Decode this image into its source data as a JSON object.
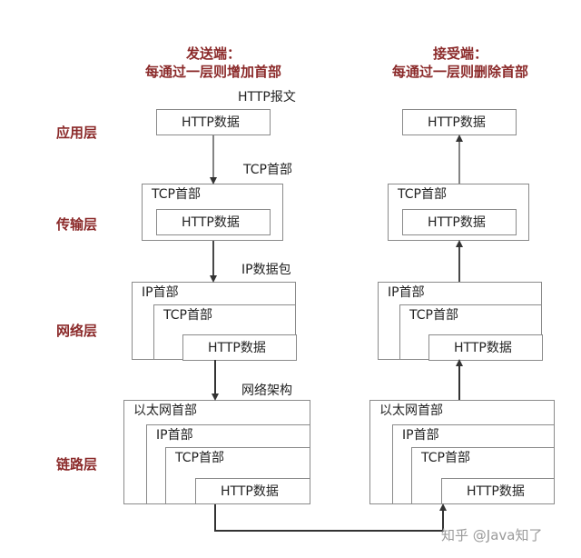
{
  "sender": {
    "title": "发送端：",
    "subtitle": "每通过一层则增加首部"
  },
  "receiver": {
    "title": "接受端：",
    "subtitle": "每通过一层则删除首部"
  },
  "layers": {
    "application": "应用层",
    "transport": "传输层",
    "network": "网络层",
    "link": "链路层"
  },
  "annotations": {
    "http_message": "HTTP报文",
    "tcp_header": "TCP首部",
    "ip_packet": "IP数据包",
    "network_frame": "网络架构"
  },
  "labels": {
    "http_data": "HTTP数据",
    "tcp_header": "TCP首部",
    "ip_header": "IP首部",
    "ethernet_header": "以太网首部"
  },
  "watermark": "知乎 @Java知了"
}
